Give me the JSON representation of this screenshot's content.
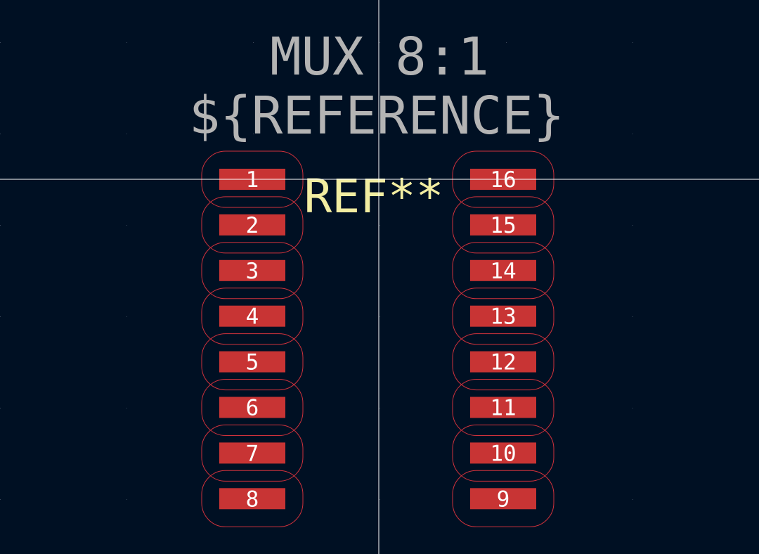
{
  "footprint": {
    "value_text": "MUX 8:1",
    "reference_template": "${REFERENCE}",
    "reference_designator": "REF**"
  },
  "pads": {
    "left_column": [
      "1",
      "2",
      "3",
      "4",
      "5",
      "6",
      "7",
      "8"
    ],
    "right_column": [
      "16",
      "15",
      "14",
      "13",
      "12",
      "11",
      "10",
      "9"
    ]
  },
  "colors": {
    "background": "#001023",
    "pad_fill": "#c83434",
    "pad_number": "#ffffff",
    "courtyard": "#d0323c",
    "fab_text": "#b4b4b4",
    "silk_text": "#f2eda1",
    "crosshair": "#ffffff",
    "grid_dot": "#3a4a5c"
  }
}
